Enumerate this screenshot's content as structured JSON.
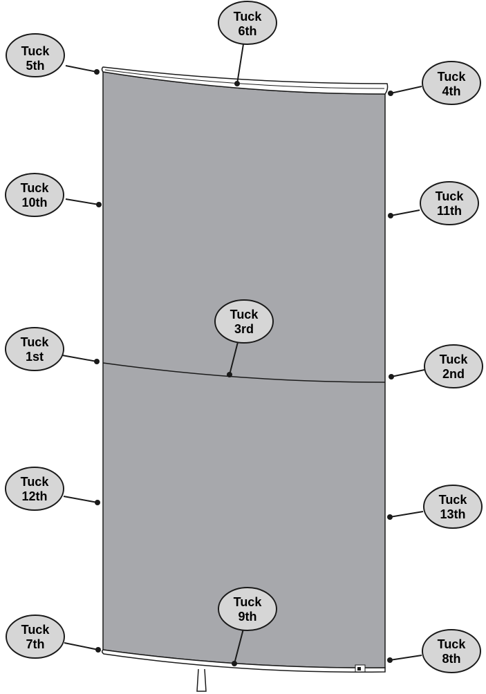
{
  "colors": {
    "panel_fill": "#a7a8ac",
    "outline": "#1a1a1a",
    "bubble_fill": "#d6d6d6",
    "rail_fill": "#ffffff"
  },
  "callouts": [
    {
      "id": "tuck-5th",
      "word": "Tuck",
      "order": "5th"
    },
    {
      "id": "tuck-6th",
      "word": "Tuck",
      "order": "6th"
    },
    {
      "id": "tuck-4th",
      "word": "Tuck",
      "order": "4th"
    },
    {
      "id": "tuck-10th",
      "word": "Tuck",
      "order": "10th"
    },
    {
      "id": "tuck-11th",
      "word": "Tuck",
      "order": "11th"
    },
    {
      "id": "tuck-3rd",
      "word": "Tuck",
      "order": "3rd"
    },
    {
      "id": "tuck-1st",
      "word": "Tuck",
      "order": "1st"
    },
    {
      "id": "tuck-2nd",
      "word": "Tuck",
      "order": "2nd"
    },
    {
      "id": "tuck-12th",
      "word": "Tuck",
      "order": "12th"
    },
    {
      "id": "tuck-13th",
      "word": "Tuck",
      "order": "13th"
    },
    {
      "id": "tuck-9th",
      "word": "Tuck",
      "order": "9th"
    },
    {
      "id": "tuck-7th",
      "word": "Tuck",
      "order": "7th"
    },
    {
      "id": "tuck-8th",
      "word": "Tuck",
      "order": "8th"
    }
  ]
}
